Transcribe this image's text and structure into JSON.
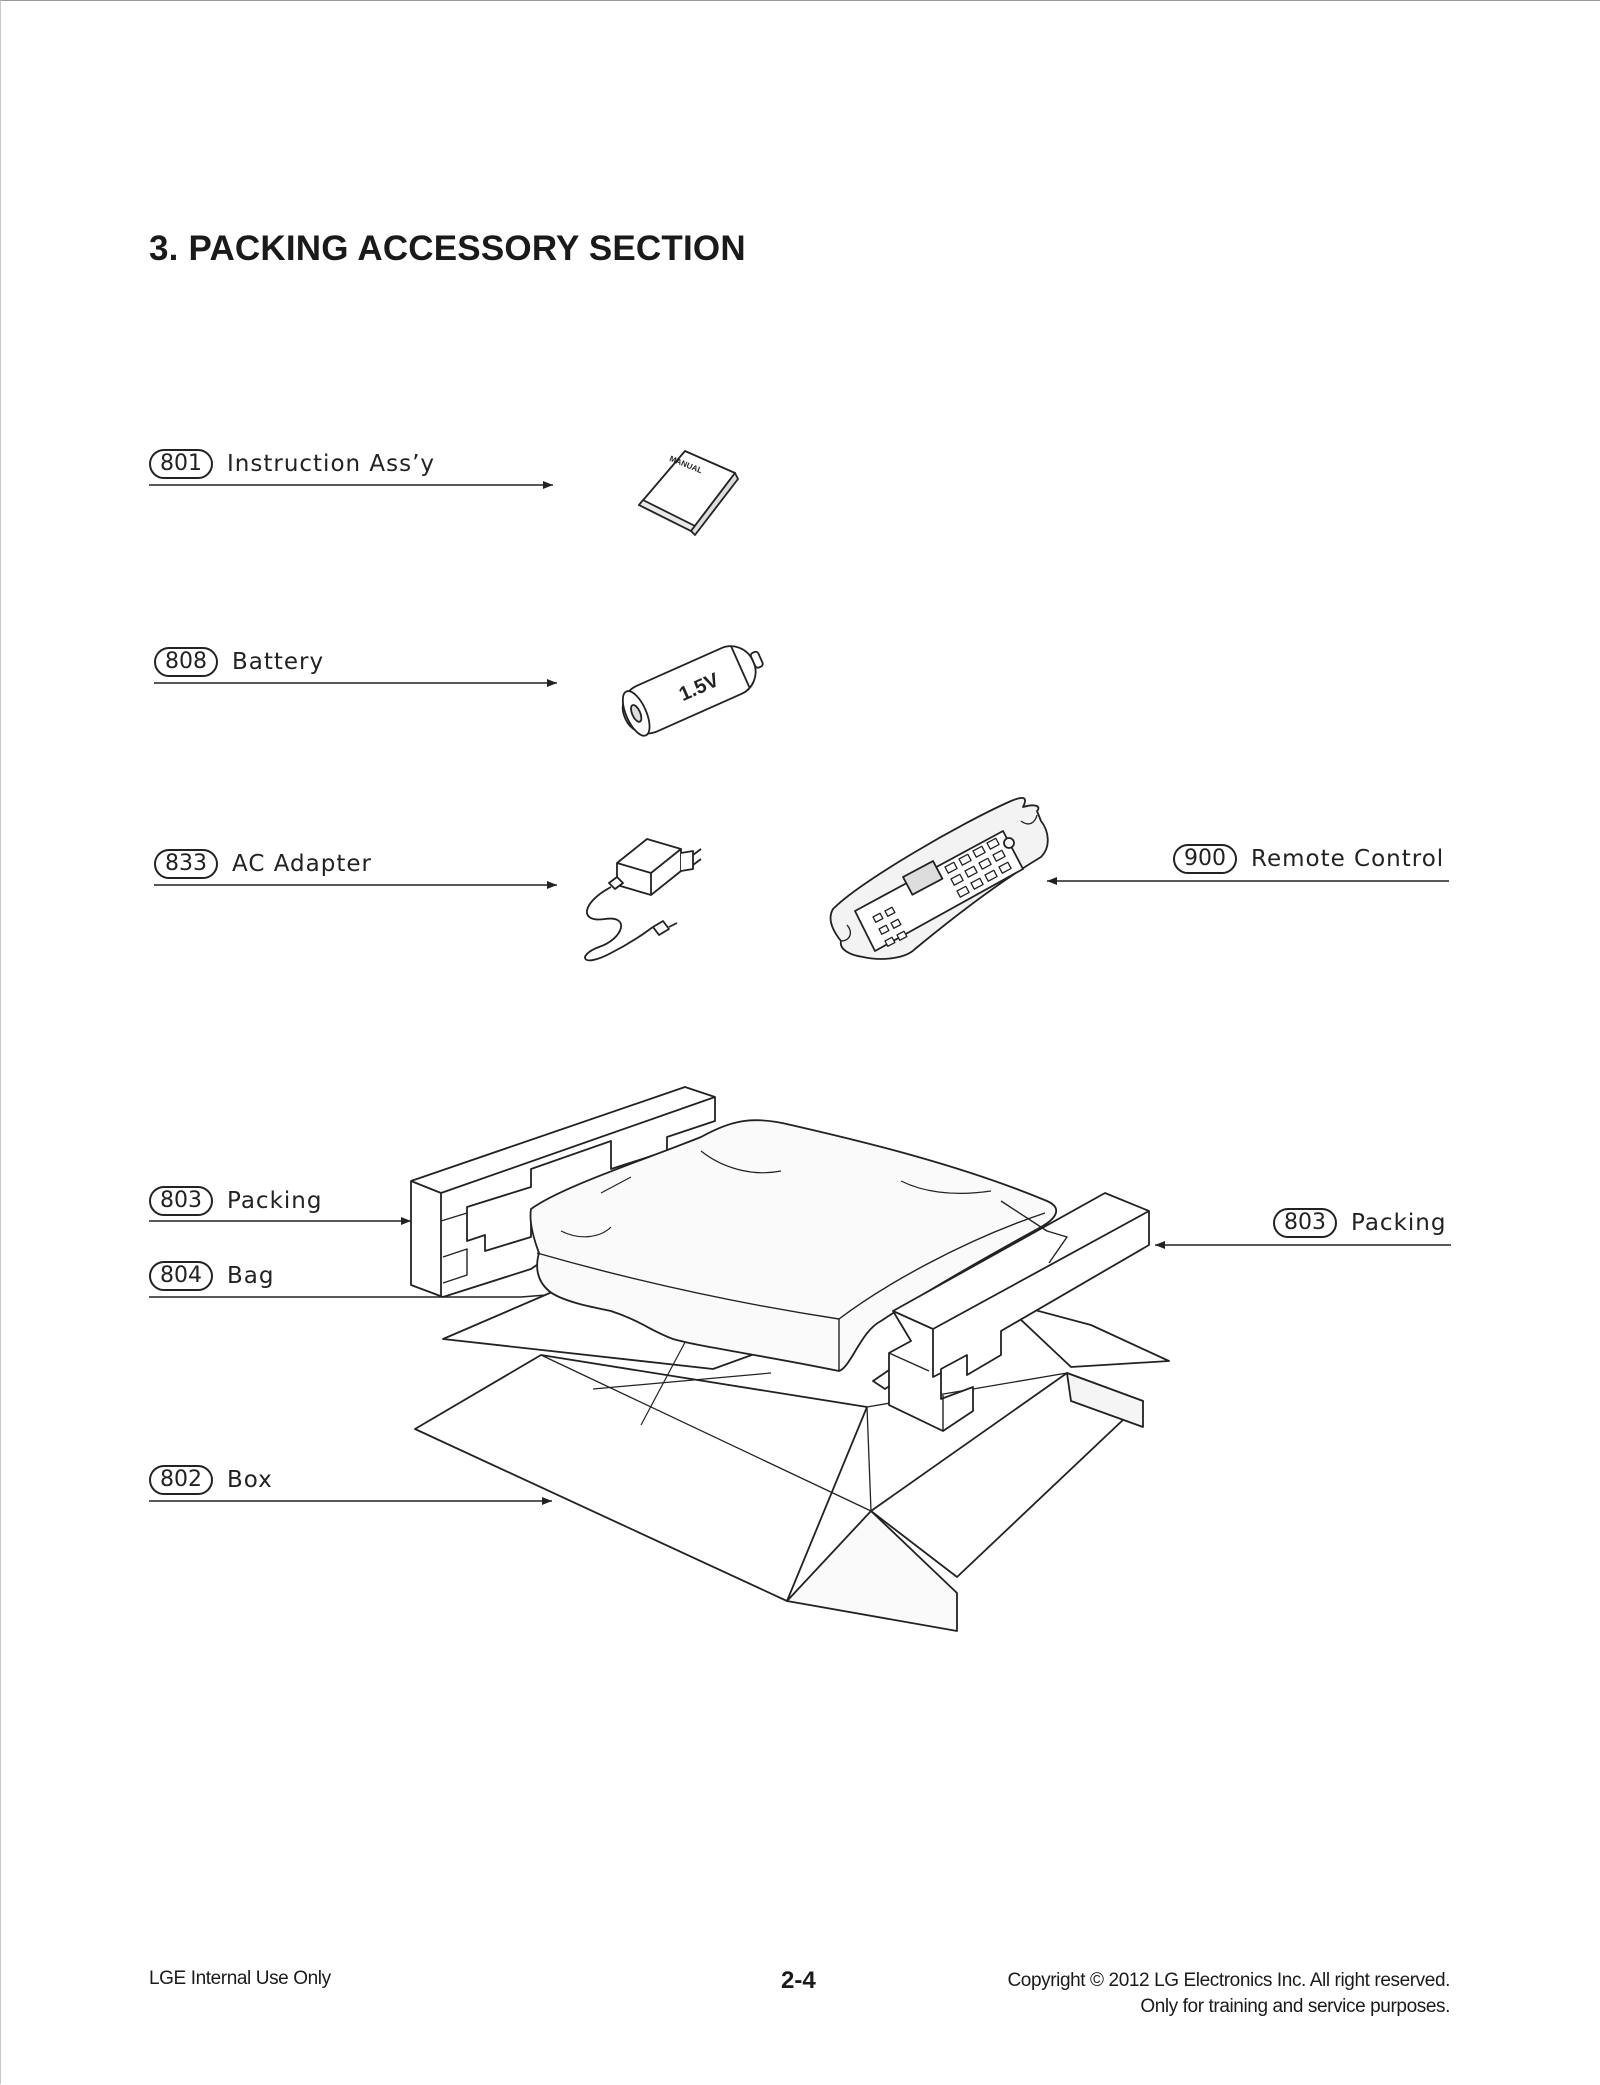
{
  "header": {
    "title": "3. PACKING ACCESSORY SECTION"
  },
  "parts": [
    {
      "num": "801",
      "label": "Instruction Ass’y"
    },
    {
      "num": "808",
      "label": "Battery"
    },
    {
      "num": "833",
      "label": "AC Adapter"
    },
    {
      "num": "900",
      "label": "Remote Control"
    },
    {
      "num": "803",
      "label": "Packing"
    },
    {
      "num": "804",
      "label": "Bag"
    },
    {
      "num": "803",
      "label": "Packing"
    },
    {
      "num": "802",
      "label": "Box"
    }
  ],
  "illustration_text": {
    "manual": "MANUAL",
    "battery_voltage": "1.5V"
  },
  "footer": {
    "left": "LGE Internal Use Only",
    "page_number": "2-4",
    "copyright_line1": "Copyright © 2012 LG Electronics Inc. All right reserved.",
    "copyright_line2": "Only for training and service purposes."
  }
}
